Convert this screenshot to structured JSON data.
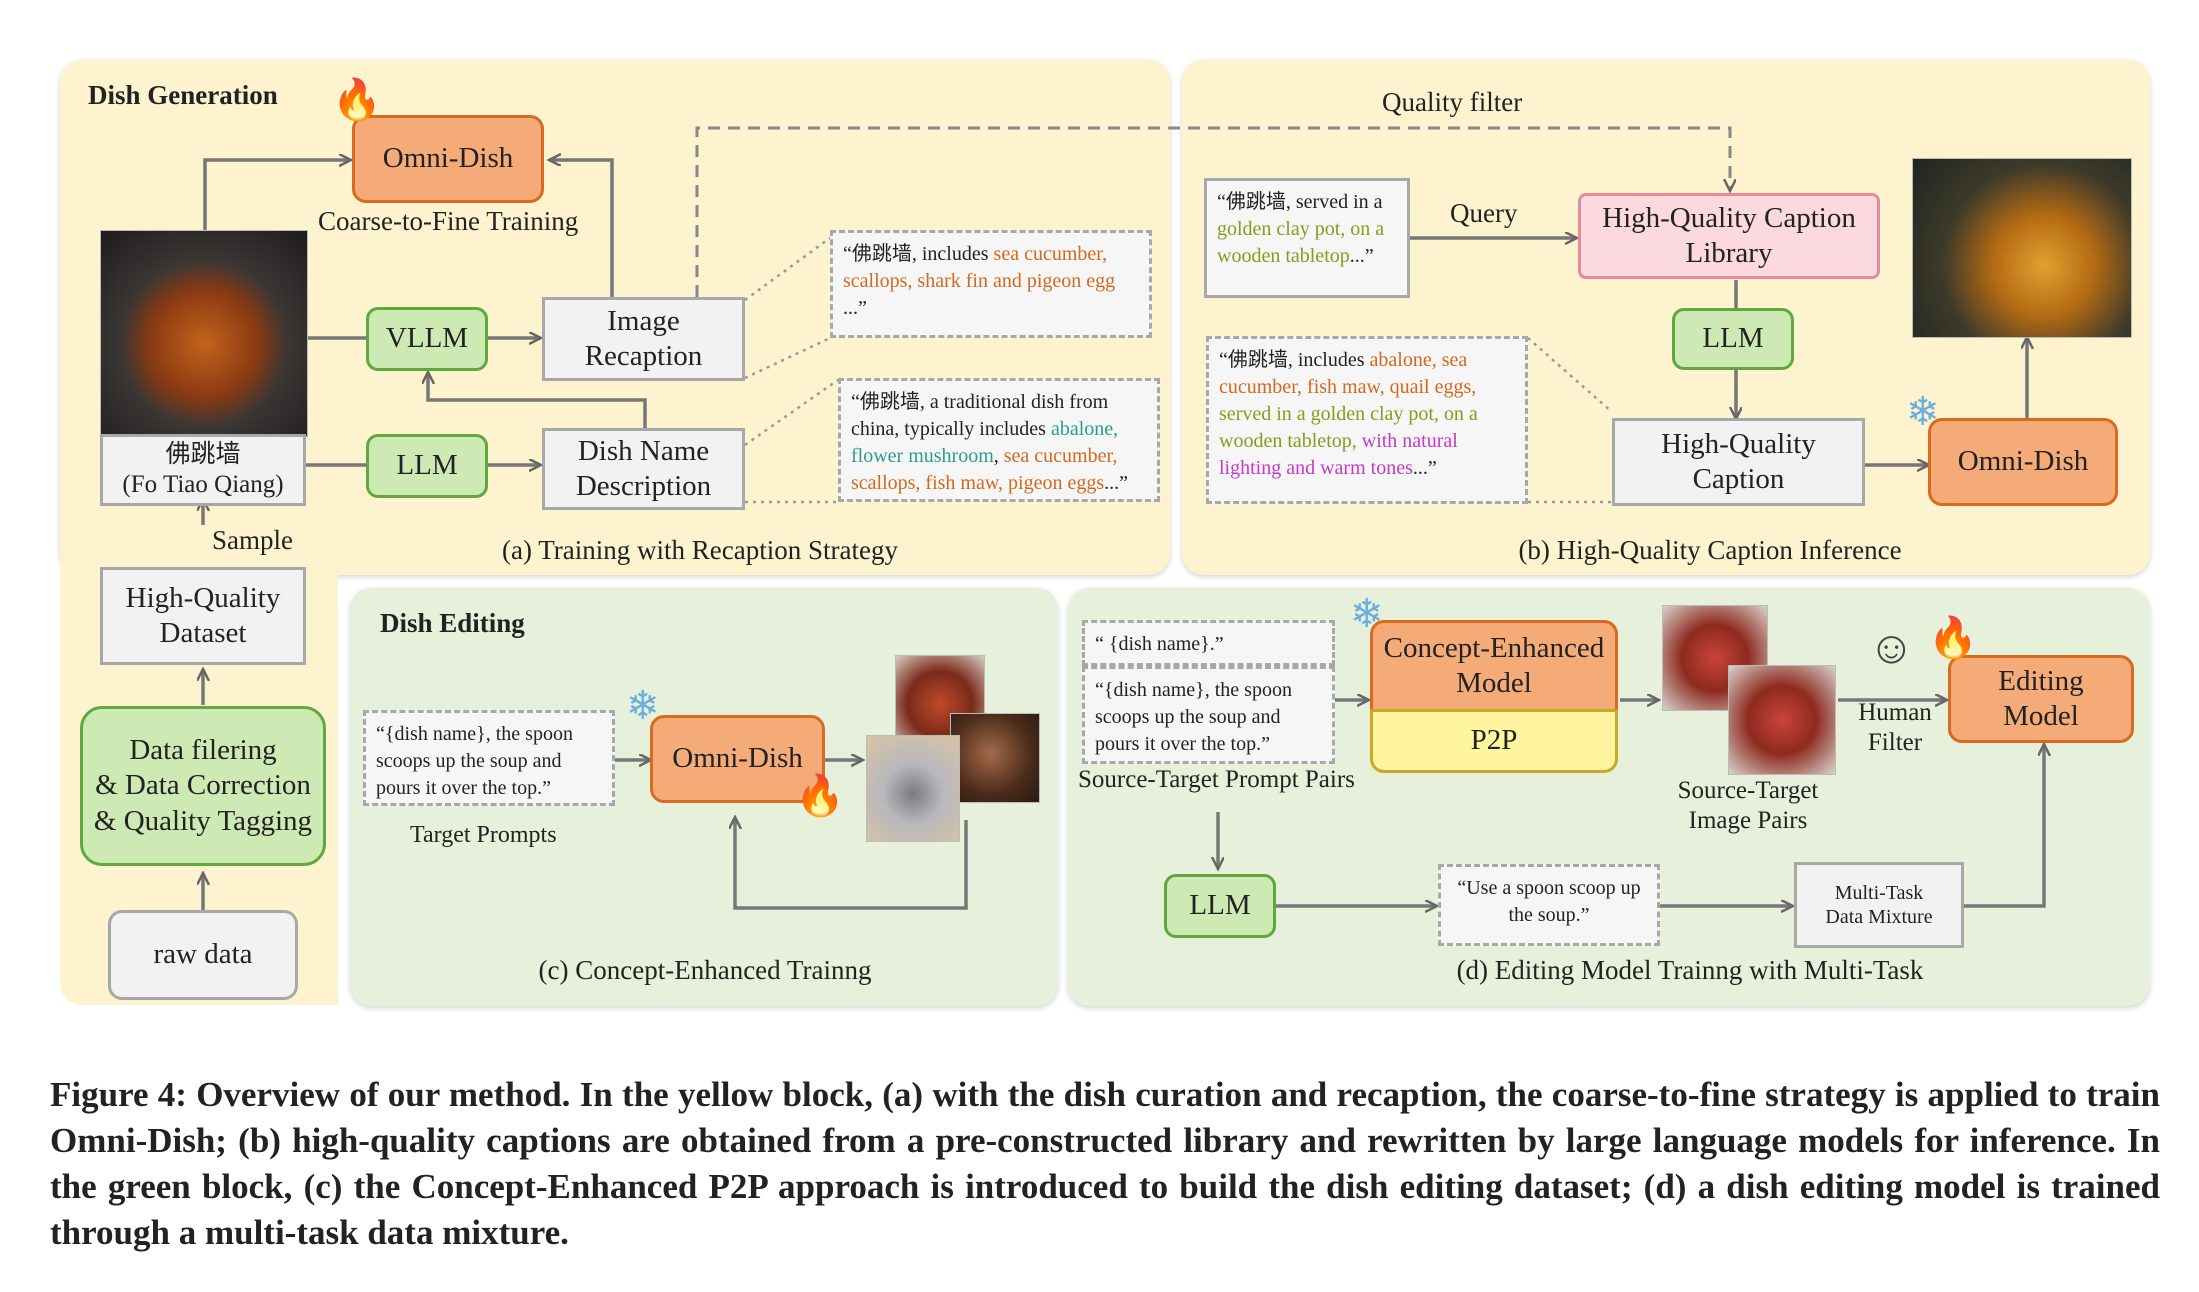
{
  "panel_a": {
    "title": "Dish Generation",
    "omni_dish": "Omni-Dish",
    "coarse_to_fine": "Coarse-to-Fine Training",
    "vllm": "VLLM",
    "llm": "LLM",
    "image_recaption": "Image\nRecaption",
    "dish_name_description": "Dish Name\nDescription",
    "dish_label_cn": "佛跳墙",
    "dish_label_en": "(Fo Tiao Qiang)",
    "sample": "Sample",
    "hq_dataset": "High-Quality\nDataset",
    "data_filtering": "Data filering\n& Data Correction\n& Quality Tagging",
    "raw_data": "raw data",
    "quote1": {
      "p1": "“佛跳墙, includes ",
      "p2": "sea cucumber, scallops, shark fin and pigeon egg",
      "p3": " ...”"
    },
    "quote2": {
      "p1": "“佛跳墙, a traditional dish from china, typically includes ",
      "p2": "abalone, flower mushroom",
      "p3": ", ",
      "p4": "sea cucumber, scallops, fish maw, pigeon eggs",
      "p5": "...”"
    },
    "caption": "(a) Training with Recaption Strategy"
  },
  "panel_b": {
    "quality_filter": "Quality filter",
    "query": "Query",
    "hq_caption_library": "High-Quality Caption\nLibrary",
    "llm": "LLM",
    "hq_caption": "High-Quality\nCaption",
    "omni_dish": "Omni-Dish",
    "quote_query": {
      "p1": "“佛跳墙, served in a ",
      "p2": "golden clay pot, on a wooden tabletop",
      "p3": "...”"
    },
    "quote_caption": {
      "p1": "“佛跳墙, includes ",
      "p2": "abalone, sea cucumber, fish maw, quail eggs,",
      "p3": " ",
      "p4": "served in a golden clay pot, on a wooden tabletop,",
      "p5": " ",
      "p6": "with natural lighting and warm tones",
      "p7": "...”"
    },
    "caption": "(b) High-Quality Caption Inference"
  },
  "panel_c": {
    "title": "Dish Editing",
    "quote": "“{dish name}, the spoon scoops up the soup and pours it over the top.”",
    "target_prompts": "Target Prompts",
    "omni_dish": "Omni-Dish",
    "caption": "(c) Concept-Enhanced Trainng"
  },
  "panel_d": {
    "quote_src": "“ {dish name}.”",
    "quote_tgt": "“{dish name}, the spoon scoops up the soup and pours it over the top.”",
    "pairs_label": "Source-Target Prompt Pairs",
    "concept_model": "Concept-Enhanced\nModel",
    "p2p": "P2P",
    "image_pairs": "Source-Target\nImage Pairs",
    "human_filter": "Human\nFilter",
    "editing_model": "Editing\nModel",
    "llm": "LLM",
    "quote_edit": "“Use a spoon scoop up the soup.”",
    "multi_task": "Multi-Task\nData Mixture",
    "caption": "(d) Editing Model Trainng with Multi-Task"
  },
  "icons": {
    "fire": "fire-icon",
    "snowflake": "snowflake-icon",
    "person": "person-icon"
  },
  "colors": {
    "yellow_panel": "#fdf4cf",
    "green_panel": "#e6f0da",
    "orange_box": "#f4ab78",
    "green_box": "#cde9b4"
  },
  "figure_caption": "Figure 4: Overview of our method. In the yellow block, (a) with the dish curation and recaption, the coarse-to-fine strategy is applied to train Omni-Dish; (b) high-quality captions are obtained from a pre-constructed library and rewritten by large language models for inference. In the green block, (c) the Concept-Enhanced P2P approach is introduced to build the dish editing dataset; (d) a dish editing model is trained through a multi-task data mixture."
}
